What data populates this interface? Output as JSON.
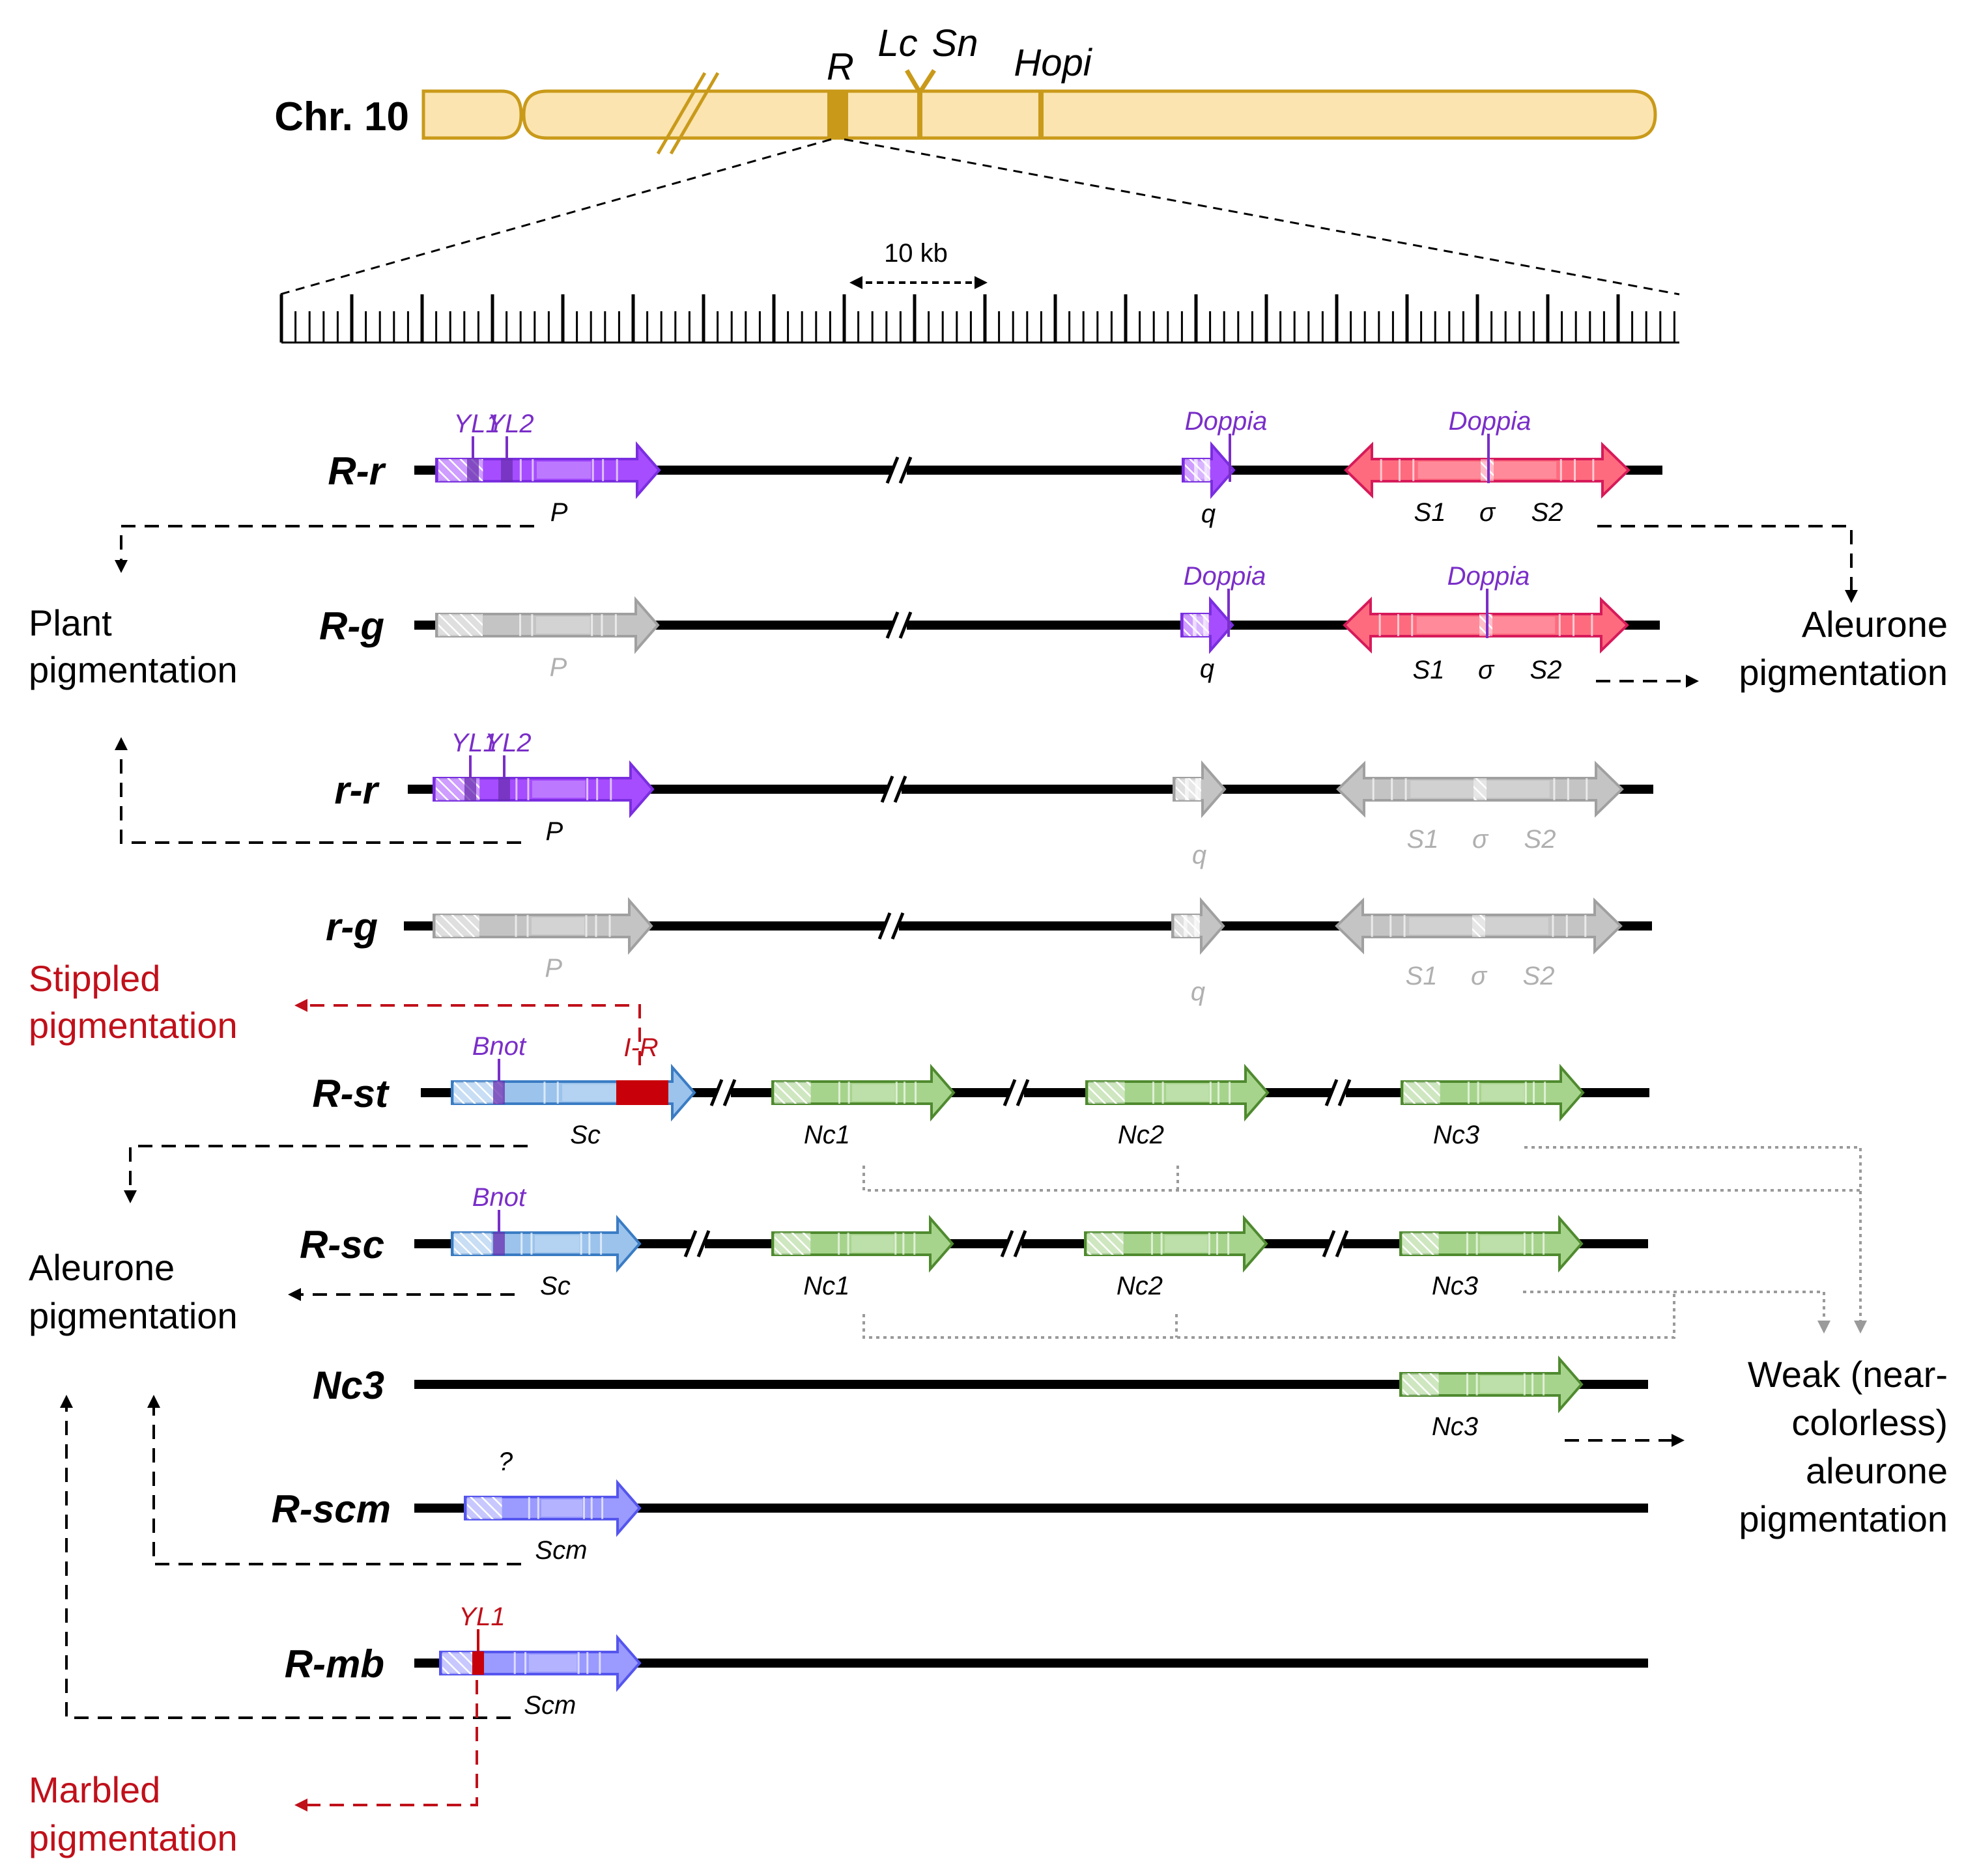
{
  "chromosome": {
    "label": "Chr. 10",
    "loci": [
      "R",
      "Lc",
      "Sn",
      "Hopi"
    ],
    "fill": "#fbe4b0",
    "stroke": "#c99a1a"
  },
  "scale": {
    "label": "10 kb"
  },
  "alleles": [
    {
      "name": "R-r",
      "genes": [
        {
          "type": "P",
          "label": "P",
          "muted": false,
          "color": "#a64dff",
          "dark": "#7a2ee0",
          "dir": "right",
          "markers": [
            "YL1",
            "YL2"
          ]
        },
        {
          "type": "q",
          "label": "q",
          "muted": false,
          "color": "#a64dff",
          "dark": "#7a2ee0",
          "dir": "right",
          "insert": "Doppia"
        },
        {
          "type": "S",
          "labels": [
            "S1",
            "σ",
            "S2"
          ],
          "muted": false,
          "color": "#ff6b7e",
          "dark": "#d61a5a",
          "dir": "both",
          "insert": "Doppia"
        }
      ]
    },
    {
      "name": "R-g",
      "genes": [
        {
          "type": "P",
          "label": "P",
          "muted": true,
          "color": "#c4c4c4",
          "dark": "#a0a0a0",
          "dir": "right"
        },
        {
          "type": "q",
          "label": "q",
          "muted": false,
          "color": "#a64dff",
          "dark": "#7a2ee0",
          "dir": "right",
          "insert": "Doppia"
        },
        {
          "type": "S",
          "labels": [
            "S1",
            "σ",
            "S2"
          ],
          "muted": false,
          "color": "#ff6b7e",
          "dark": "#d61a5a",
          "dir": "both",
          "insert": "Doppia"
        }
      ]
    },
    {
      "name": "r-r",
      "genes": [
        {
          "type": "P",
          "label": "P",
          "muted": false,
          "color": "#a64dff",
          "dark": "#7a2ee0",
          "dir": "right",
          "markers": [
            "YL1",
            "YL2"
          ]
        },
        {
          "type": "q",
          "label": "q",
          "muted": true,
          "color": "#c4c4c4",
          "dark": "#a0a0a0",
          "dir": "right"
        },
        {
          "type": "S",
          "labels": [
            "S1",
            "σ",
            "S2"
          ],
          "muted": true,
          "color": "#c4c4c4",
          "dark": "#a0a0a0",
          "dir": "both"
        }
      ]
    },
    {
      "name": "r-g",
      "genes": [
        {
          "type": "P",
          "label": "P",
          "muted": true,
          "color": "#c4c4c4",
          "dark": "#a0a0a0",
          "dir": "right"
        },
        {
          "type": "q",
          "label": "q",
          "muted": true,
          "color": "#c4c4c4",
          "dark": "#a0a0a0",
          "dir": "right"
        },
        {
          "type": "S",
          "labels": [
            "S1",
            "σ",
            "S2"
          ],
          "muted": true,
          "color": "#c4c4c4",
          "dark": "#a0a0a0",
          "dir": "both"
        }
      ]
    },
    {
      "name": "R-st",
      "genes": [
        {
          "type": "Sc",
          "label": "Sc",
          "muted": false,
          "color": "#9bc3ec",
          "dark": "#3a7cc4",
          "dir": "right",
          "markers": [
            "Bnot"
          ],
          "insert": "I-R"
        },
        {
          "type": "Nc",
          "label": "Nc1",
          "muted": false,
          "color": "#a7d48d",
          "dark": "#4f8a2f",
          "dir": "right"
        },
        {
          "type": "Nc",
          "label": "Nc2",
          "muted": false,
          "color": "#a7d48d",
          "dark": "#4f8a2f",
          "dir": "right"
        },
        {
          "type": "Nc",
          "label": "Nc3",
          "muted": false,
          "color": "#a7d48d",
          "dark": "#4f8a2f",
          "dir": "right"
        }
      ]
    },
    {
      "name": "R-sc",
      "genes": [
        {
          "type": "Sc",
          "label": "Sc",
          "muted": false,
          "color": "#9bc3ec",
          "dark": "#3a7cc4",
          "dir": "right",
          "markers": [
            "Bnot"
          ]
        },
        {
          "type": "Nc",
          "label": "Nc1",
          "muted": false,
          "color": "#a7d48d",
          "dark": "#4f8a2f",
          "dir": "right"
        },
        {
          "type": "Nc",
          "label": "Nc2",
          "muted": false,
          "color": "#a7d48d",
          "dark": "#4f8a2f",
          "dir": "right"
        },
        {
          "type": "Nc",
          "label": "Nc3",
          "muted": false,
          "color": "#a7d48d",
          "dark": "#4f8a2f",
          "dir": "right"
        }
      ]
    },
    {
      "name": "Nc3",
      "genes": [
        {
          "type": "Nc",
          "label": "Nc3",
          "muted": false,
          "color": "#a7d48d",
          "dark": "#4f8a2f",
          "dir": "right"
        }
      ]
    },
    {
      "name": "R-scm",
      "genes": [
        {
          "type": "Scm",
          "label": "Scm",
          "muted": false,
          "color": "#9a9aff",
          "dark": "#5555ee",
          "dir": "right",
          "markers": [
            "?"
          ]
        }
      ]
    },
    {
      "name": "R-mb",
      "genes": [
        {
          "type": "Scm",
          "label": "Scm",
          "muted": false,
          "color": "#9a9aff",
          "dark": "#5555ee",
          "dir": "right",
          "markers": [
            "YL1"
          ]
        }
      ]
    }
  ],
  "phenotypes": {
    "plant_left": "Plant\npigmentation",
    "aleurone_right": "Aleurone\npigmentation",
    "stippled": "Stippled\npigmentation",
    "aleurone_left": "Aleurone\npigmentation",
    "weak": "Weak (near-\ncolorless)\naleurone\npigmentation",
    "marbled": "Marbled\npigmentation"
  },
  "colors": {
    "red_label": "#c0101a",
    "purple_label": "#7a2ec8",
    "insert_red": "#c8000a",
    "line": "#000000"
  }
}
